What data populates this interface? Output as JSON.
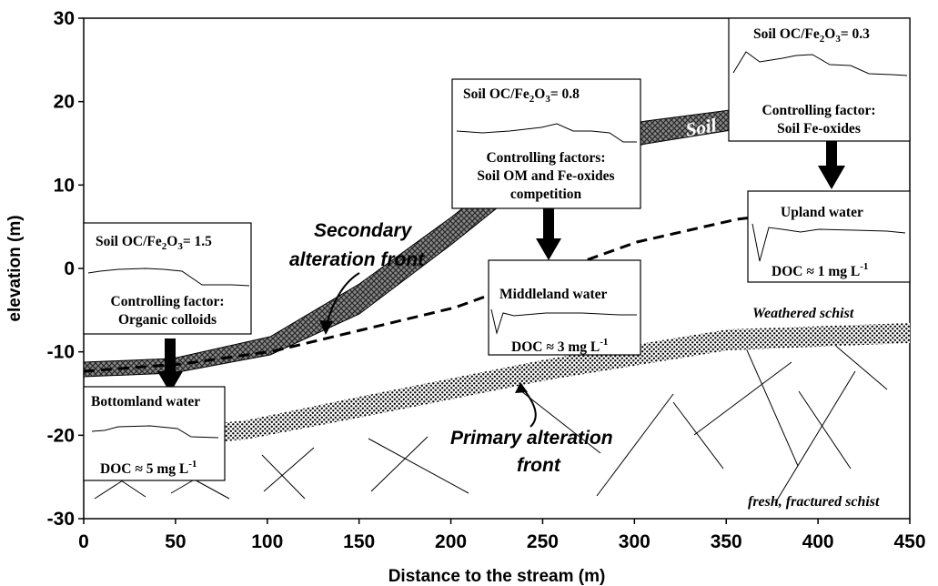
{
  "chart_data": {
    "type": "diagram",
    "xlabel": "Distance to the stream (m)",
    "ylabel": "elevation (m)",
    "xlim": [
      0,
      450
    ],
    "ylim": [
      -30,
      30
    ],
    "xticks": [
      "0",
      "50",
      "100",
      "150",
      "200",
      "250",
      "300",
      "350",
      "400",
      "450"
    ],
    "yticks": [
      "-30",
      "-20",
      "-10",
      "0",
      "10",
      "20",
      "30"
    ],
    "grid": false
  },
  "labels": {
    "soil": "Soil",
    "secondary_front_1": "Secondary",
    "secondary_front_2": "alteration front",
    "primary_front_1": "Primary alteration",
    "primary_front_2": "front",
    "weathered_schist": "Weathered schist",
    "fresh_schist": "fresh, fractured schist"
  },
  "boxes": {
    "bottom_soil": {
      "ratio_prefix": "Soil OC/Fe",
      "ratio_value": "= 1.5",
      "factor_1": "Controlling factor:",
      "factor_2": "Organic colloids"
    },
    "middle_soil": {
      "ratio_prefix": "Soil OC/Fe",
      "ratio_value": "= 0.8",
      "factor_1": "Controlling factors:",
      "factor_2": "Soil OM and Fe-oxides",
      "factor_3": "competition"
    },
    "upper_soil": {
      "ratio_prefix": "Soil OC/Fe",
      "ratio_value": "= 0.3",
      "factor_1": "Controlling factor:",
      "factor_2": "Soil Fe-oxides"
    },
    "bottom_water": {
      "title": "Bottomland water",
      "doc_prefix": "DOC ≈ 5 mg L",
      "doc_exp": "-1"
    },
    "middle_water": {
      "title": "Middleland water",
      "doc_prefix": "DOC ≈ 3 mg L",
      "doc_exp": "-1"
    },
    "upland_water": {
      "title": "Upland water",
      "doc_prefix": "DOC ≈ 1 mg L",
      "doc_exp": "-1"
    }
  }
}
